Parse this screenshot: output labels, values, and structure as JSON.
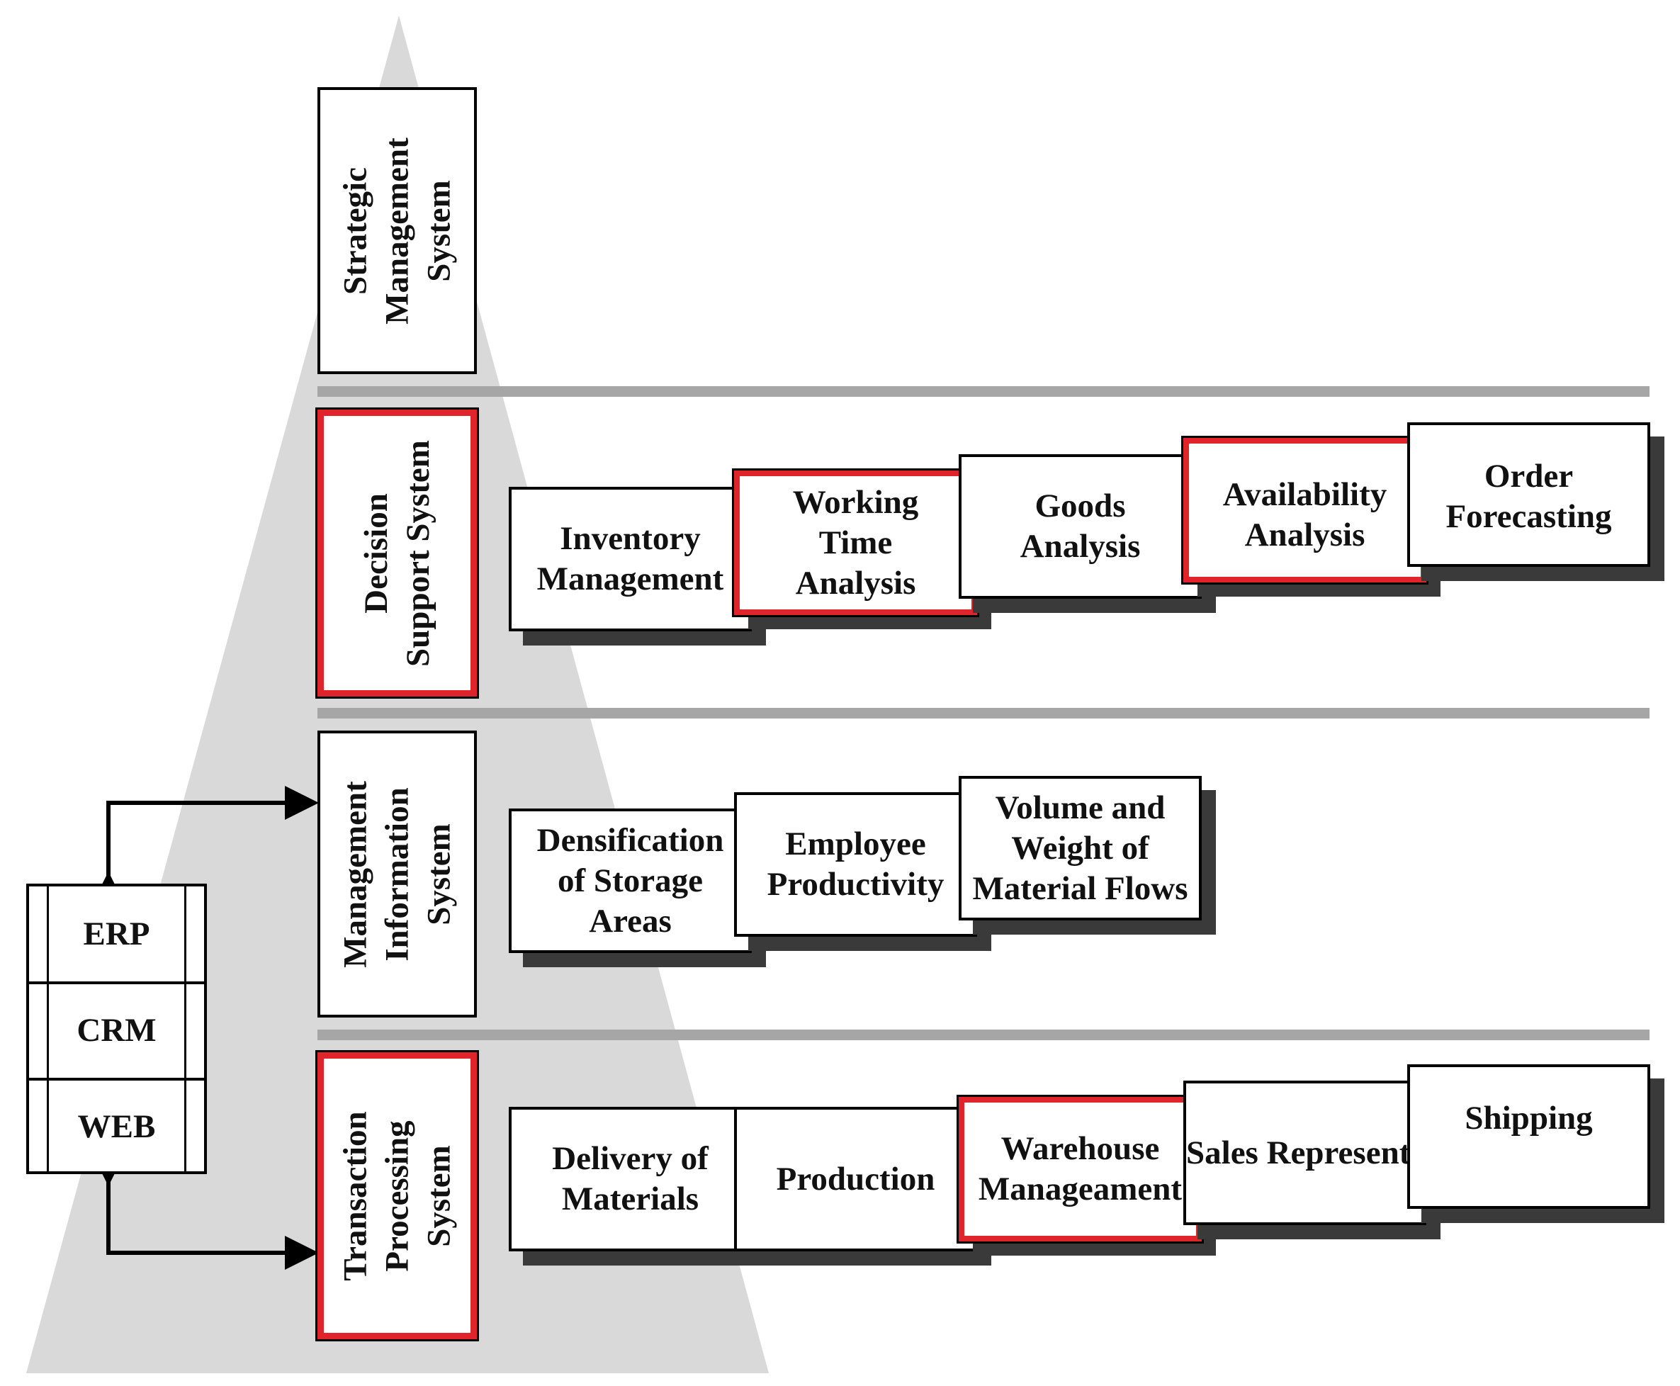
{
  "levels": {
    "strategic": "Strategic\nManagement\nSystem",
    "dss": "Decision\nSupport System",
    "mis": "Management\nInformation\nSystem",
    "tps": "Transaction\nProcessing\nSystem"
  },
  "dss_modules": [
    "Inventory\nManagement",
    "Working\nTime\nAnalysis",
    "Goods\nAnalysis",
    "Availability\nAnalysis",
    "Order\nForecasting"
  ],
  "mis_modules": [
    "Densification\nof Storage\nAreas",
    "Employee\nProductivity",
    "Volume and\nWeight of\nMaterial Flows"
  ],
  "tps_modules": [
    "Delivery of\nMaterials",
    "Production",
    "Warehouse\nManageament",
    "Sales\nRepresentative",
    "Shipping"
  ],
  "systems": [
    "ERP",
    "CRM",
    "WEB"
  ],
  "colors": {
    "highlight": "#e0242b",
    "pyramid": "#d9d9d9",
    "separator": "#a6a6a6"
  }
}
